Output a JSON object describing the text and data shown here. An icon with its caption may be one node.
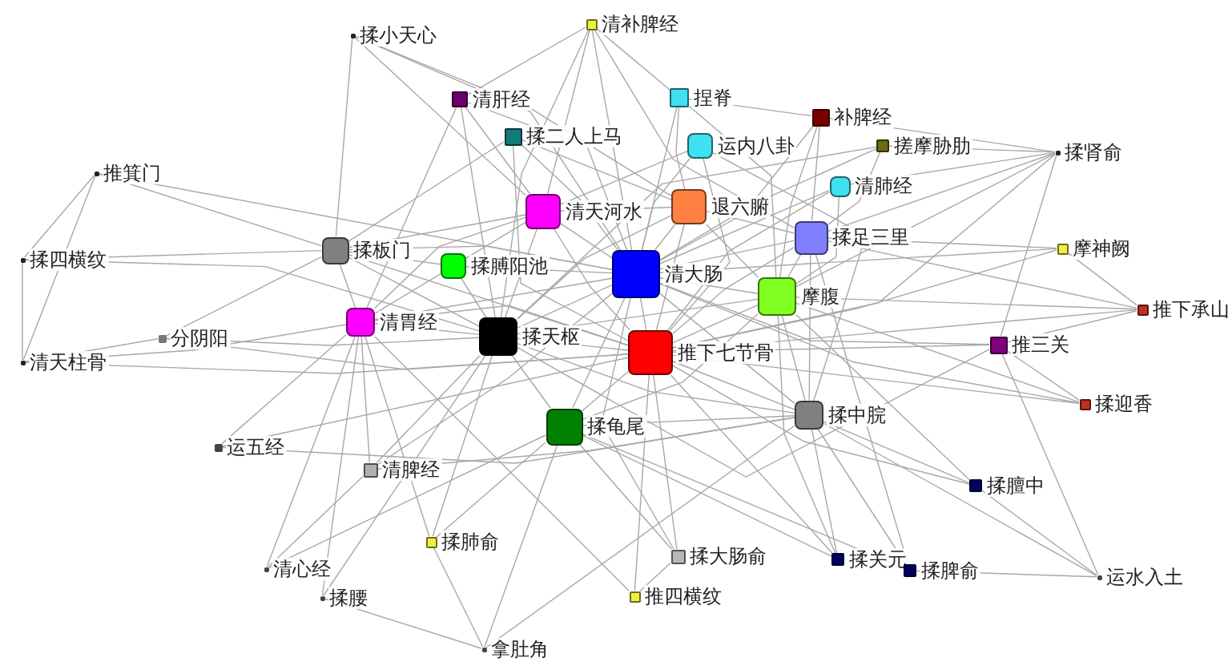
{
  "diagram": {
    "nodes": [
      {
        "text": [
          "揉小天心"
        ]
      },
      {
        "text": [
          "清补脾经"
        ]
      },
      {
        "text": [
          "清肝经"
        ]
      },
      {
        "text": [
          "揉二人上马"
        ]
      },
      {
        "text": [
          "捏脊"
        ]
      },
      {
        "text": [
          "补脾经"
        ]
      },
      {
        "text": [
          "运内八卦"
        ]
      },
      {
        "text": [
          "搓摩胁肋"
        ]
      },
      {
        "text": [
          "揉肾俞"
        ]
      },
      {
        "text": [
          "推箕门"
        ]
      },
      {
        "text": [
          "清天河水"
        ]
      },
      {
        "text": [
          "退六腑"
        ]
      },
      {
        "text": [
          "清肺经"
        ]
      },
      {
        "text": [
          "揉足三里"
        ]
      },
      {
        "text": [
          "揉板门"
        ]
      },
      {
        "text": [
          "揉膊阳池"
        ]
      },
      {
        "text": [
          "揉四横纹"
        ]
      },
      {
        "text": [
          "清大肠"
        ]
      },
      {
        "text": [
          "摩神阙"
        ]
      },
      {
        "text": [
          "摩腹"
        ]
      },
      {
        "text": [
          "清胃经"
        ]
      },
      {
        "text": [
          "分阴阳"
        ]
      },
      {
        "text": [
          "揉天枢"
        ]
      },
      {
        "text": [
          "推下七节骨"
        ]
      },
      {
        "text": [
          "推下承山"
        ]
      },
      {
        "text": [
          "清天柱骨"
        ]
      },
      {
        "text": [
          "推三关"
        ]
      },
      {
        "text": [
          "揉龟尾"
        ]
      },
      {
        "text": [
          "揉中脘"
        ]
      },
      {
        "text": [
          "揉迎香"
        ]
      },
      {
        "text": [
          "运五经"
        ]
      },
      {
        "text": [
          "清脾经"
        ]
      },
      {
        "text": [
          "揉膻中"
        ]
      },
      {
        "text": [
          "揉肺俞"
        ]
      },
      {
        "text": [
          "清心经"
        ]
      },
      {
        "text": [
          "揉大肠俞"
        ]
      },
      {
        "text": [
          "揉关元"
        ]
      },
      {
        "text": [
          "揉脾俞"
        ]
      },
      {
        "text": [
          "运水入土"
        ]
      },
      {
        "text": [
          "揉腰"
        ]
      },
      {
        "text": [
          "推四横纹"
        ]
      },
      {
        "text": [
          "拿肚角"
        ]
      }
    ],
    "edges": [
      {
        "from": 17,
        "to": 23,
        "arrow": "none"
      },
      {
        "from": 17,
        "to": 22,
        "arrow": "none"
      },
      {
        "from": 17,
        "to": 19,
        "arrow": "none"
      },
      {
        "from": 17,
        "to": 11,
        "arrow": "none"
      },
      {
        "from": 17,
        "to": 10,
        "arrow": "none"
      },
      {
        "from": 17,
        "to": 13,
        "arrow": "none"
      },
      {
        "from": 17,
        "to": 27,
        "arrow": "none"
      },
      {
        "from": 17,
        "to": 28,
        "arrow": "none"
      },
      {
        "from": 17,
        "to": 14,
        "arrow": "none"
      },
      {
        "from": 17,
        "to": 20,
        "arrow": "none"
      },
      {
        "from": 17,
        "to": 15,
        "arrow": "none"
      },
      {
        "from": 23,
        "to": 22,
        "arrow": "none"
      },
      {
        "from": 23,
        "to": 19,
        "arrow": "none"
      },
      {
        "from": 23,
        "to": 11,
        "arrow": "none"
      },
      {
        "from": 23,
        "to": 10,
        "arrow": "none"
      },
      {
        "from": 23,
        "to": 13,
        "arrow": "none"
      },
      {
        "from": 23,
        "to": 27,
        "arrow": "none"
      },
      {
        "from": 23,
        "to": 28,
        "arrow": "none"
      },
      {
        "from": 23,
        "to": 14,
        "arrow": "none"
      },
      {
        "from": 23,
        "to": 20,
        "arrow": "none"
      },
      {
        "from": 22,
        "to": 19,
        "arrow": "none"
      },
      {
        "from": 22,
        "to": 11,
        "arrow": "none"
      },
      {
        "from": 22,
        "to": 10,
        "arrow": "none"
      },
      {
        "from": 22,
        "to": 27,
        "arrow": "none"
      },
      {
        "from": 22,
        "to": 28,
        "arrow": "none"
      },
      {
        "from": 22,
        "to": 14,
        "arrow": "none"
      },
      {
        "from": 22,
        "to": 20,
        "arrow": "none"
      },
      {
        "from": 22,
        "to": 15,
        "arrow": "none"
      },
      {
        "from": 19,
        "to": 11,
        "arrow": "none"
      },
      {
        "from": 19,
        "to": 13,
        "arrow": "none"
      },
      {
        "from": 19,
        "to": 28,
        "arrow": "none"
      },
      {
        "from": 19,
        "to": 27,
        "arrow": "none"
      },
      {
        "from": 11,
        "to": 10,
        "arrow": "none"
      },
      {
        "from": 11,
        "to": 13,
        "arrow": "none"
      },
      {
        "from": 10,
        "to": 14,
        "arrow": "none"
      },
      {
        "from": 10,
        "to": 15,
        "arrow": "none"
      },
      {
        "from": 10,
        "to": 20,
        "arrow": "none"
      },
      {
        "from": 13,
        "to": 28,
        "arrow": "none"
      },
      {
        "from": 27,
        "to": 28,
        "arrow": "none"
      },
      {
        "from": 14,
        "to": 20,
        "arrow": "none"
      },
      {
        "from": 14,
        "to": 15,
        "arrow": "none"
      },
      {
        "from": 20,
        "to": 15,
        "arrow": "none"
      },
      {
        "from": 0,
        "to": 10,
        "arrow": "none"
      },
      {
        "from": 0,
        "to": 11,
        "arrow": "none"
      },
      {
        "from": 0,
        "to": 17,
        "arrow": "none"
      },
      {
        "from": 0,
        "to": 14,
        "arrow": "none"
      },
      {
        "from": 1,
        "to": 2,
        "arrow": "none"
      },
      {
        "from": 1,
        "to": 4,
        "arrow": "none"
      },
      {
        "from": 1,
        "to": 10,
        "arrow": "none"
      },
      {
        "from": 1,
        "to": 17,
        "arrow": "none"
      },
      {
        "from": 1,
        "to": 13,
        "arrow": "none"
      },
      {
        "from": 1,
        "to": 22,
        "arrow": "none"
      },
      {
        "from": 2,
        "to": 17,
        "arrow": "none"
      },
      {
        "from": 2,
        "to": 10,
        "arrow": "none"
      },
      {
        "from": 2,
        "to": 22,
        "arrow": "none"
      },
      {
        "from": 2,
        "to": 20,
        "arrow": "none"
      },
      {
        "from": 3,
        "to": 11,
        "arrow": "none"
      },
      {
        "from": 3,
        "to": 17,
        "arrow": "none"
      },
      {
        "from": 3,
        "to": 23,
        "arrow": "none"
      },
      {
        "from": 3,
        "to": 14,
        "arrow": "none"
      },
      {
        "from": 4,
        "to": 11,
        "arrow": "none"
      },
      {
        "from": 4,
        "to": 17,
        "arrow": "none"
      },
      {
        "from": 4,
        "to": 19,
        "arrow": "none"
      },
      {
        "from": 4,
        "to": 5,
        "arrow": "none"
      },
      {
        "from": 5,
        "to": 13,
        "arrow": "none"
      },
      {
        "from": 5,
        "to": 8,
        "arrow": "none"
      },
      {
        "from": 5,
        "to": 17,
        "arrow": "none"
      },
      {
        "from": 5,
        "to": 19,
        "arrow": "none"
      },
      {
        "from": 6,
        "to": 17,
        "arrow": "none"
      },
      {
        "from": 6,
        "to": 23,
        "arrow": "none"
      },
      {
        "from": 6,
        "to": 10,
        "arrow": "none"
      },
      {
        "from": 6,
        "to": 28,
        "arrow": "none"
      },
      {
        "from": 7,
        "to": 13,
        "arrow": "none"
      },
      {
        "from": 7,
        "to": 8,
        "arrow": "none"
      },
      {
        "from": 7,
        "to": 17,
        "arrow": "none"
      },
      {
        "from": 7,
        "to": 22,
        "arrow": "none"
      },
      {
        "from": 8,
        "to": 19,
        "arrow": "none"
      },
      {
        "from": 8,
        "to": 23,
        "arrow": "none"
      },
      {
        "from": 8,
        "to": 13,
        "arrow": "none"
      },
      {
        "from": 8,
        "to": 26,
        "arrow": "none"
      },
      {
        "from": 9,
        "to": 14,
        "arrow": "none"
      },
      {
        "from": 9,
        "to": 16,
        "arrow": "none"
      },
      {
        "from": 9,
        "to": 25,
        "arrow": "none"
      },
      {
        "from": 9,
        "to": 17,
        "arrow": "none"
      },
      {
        "from": 12,
        "to": 17,
        "arrow": "none"
      },
      {
        "from": 12,
        "to": 19,
        "arrow": "none"
      },
      {
        "from": 12,
        "to": 23,
        "arrow": "none"
      },
      {
        "from": 12,
        "to": 8,
        "arrow": "none"
      },
      {
        "from": 16,
        "to": 14,
        "arrow": "none"
      },
      {
        "from": 16,
        "to": 22,
        "arrow": "none"
      },
      {
        "from": 16,
        "to": 25,
        "arrow": "none"
      },
      {
        "from": 18,
        "to": 13,
        "arrow": "none"
      },
      {
        "from": 18,
        "to": 23,
        "arrow": "none"
      },
      {
        "from": 18,
        "to": 17,
        "arrow": "none"
      },
      {
        "from": 18,
        "to": 24,
        "arrow": "none"
      },
      {
        "from": 21,
        "to": 14,
        "arrow": "none"
      },
      {
        "from": 21,
        "to": 22,
        "arrow": "none"
      },
      {
        "from": 21,
        "to": 23,
        "arrow": "none"
      },
      {
        "from": 21,
        "to": 25,
        "arrow": "none"
      },
      {
        "from": 24,
        "to": 19,
        "arrow": "none"
      },
      {
        "from": 24,
        "to": 23,
        "arrow": "none"
      },
      {
        "from": 24,
        "to": 13,
        "arrow": "none"
      },
      {
        "from": 24,
        "to": 26,
        "arrow": "none"
      },
      {
        "from": 25,
        "to": 20,
        "arrow": "none"
      },
      {
        "from": 25,
        "to": 23,
        "arrow": "none"
      },
      {
        "from": 26,
        "to": 17,
        "arrow": "none"
      },
      {
        "from": 26,
        "to": 22,
        "arrow": "none"
      },
      {
        "from": 26,
        "to": 23,
        "arrow": "none"
      },
      {
        "from": 26,
        "to": 29,
        "arrow": "none"
      },
      {
        "from": 29,
        "to": 23,
        "arrow": "none"
      },
      {
        "from": 29,
        "to": 17,
        "arrow": "none"
      },
      {
        "from": 29,
        "to": 19,
        "arrow": "none"
      },
      {
        "from": 30,
        "to": 20,
        "arrow": "none"
      },
      {
        "from": 30,
        "to": 23,
        "arrow": "none"
      },
      {
        "from": 30,
        "to": 28,
        "arrow": "none"
      },
      {
        "from": 31,
        "to": 20,
        "arrow": "none"
      },
      {
        "from": 31,
        "to": 22,
        "arrow": "none"
      },
      {
        "from": 31,
        "to": 17,
        "arrow": "none"
      },
      {
        "from": 31,
        "to": 28,
        "arrow": "none"
      },
      {
        "from": 32,
        "to": 28,
        "arrow": "none"
      },
      {
        "from": 32,
        "to": 19,
        "arrow": "none"
      },
      {
        "from": 32,
        "to": 23,
        "arrow": "none"
      },
      {
        "from": 32,
        "to": 38,
        "arrow": "none"
      },
      {
        "from": 33,
        "to": 20,
        "arrow": "none"
      },
      {
        "from": 33,
        "to": 22,
        "arrow": "none"
      },
      {
        "from": 33,
        "to": 27,
        "arrow": "none"
      },
      {
        "from": 34,
        "to": 20,
        "arrow": "none"
      },
      {
        "from": 34,
        "to": 31,
        "arrow": "none"
      },
      {
        "from": 34,
        "to": 27,
        "arrow": "none"
      },
      {
        "from": 35,
        "to": 23,
        "arrow": "none"
      },
      {
        "from": 35,
        "to": 27,
        "arrow": "none"
      },
      {
        "from": 35,
        "to": 17,
        "arrow": "none"
      },
      {
        "from": 36,
        "to": 28,
        "arrow": "none"
      },
      {
        "from": 36,
        "to": 27,
        "arrow": "none"
      },
      {
        "from": 36,
        "to": 23,
        "arrow": "none"
      },
      {
        "from": 36,
        "to": 19,
        "arrow": "none"
      },
      {
        "from": 37,
        "to": 28,
        "arrow": "none"
      },
      {
        "from": 37,
        "to": 13,
        "arrow": "none"
      },
      {
        "from": 37,
        "to": 27,
        "arrow": "none"
      },
      {
        "from": 37,
        "to": 38,
        "arrow": "none"
      },
      {
        "from": 38,
        "to": 28,
        "arrow": "none"
      },
      {
        "from": 38,
        "to": 26,
        "arrow": "none"
      },
      {
        "from": 39,
        "to": 20,
        "arrow": "none"
      },
      {
        "from": 39,
        "to": 41,
        "arrow": "none"
      },
      {
        "from": 39,
        "to": 22,
        "arrow": "none"
      },
      {
        "from": 40,
        "to": 23,
        "arrow": "none"
      },
      {
        "from": 40,
        "to": 20,
        "arrow": "none"
      },
      {
        "from": 40,
        "to": 35,
        "arrow": "none"
      },
      {
        "from": 41,
        "to": 27,
        "arrow": "none"
      },
      {
        "from": 41,
        "to": 33,
        "arrow": "none"
      },
      {
        "from": 41,
        "to": 28,
        "arrow": "none"
      }
    ]
  }
}
